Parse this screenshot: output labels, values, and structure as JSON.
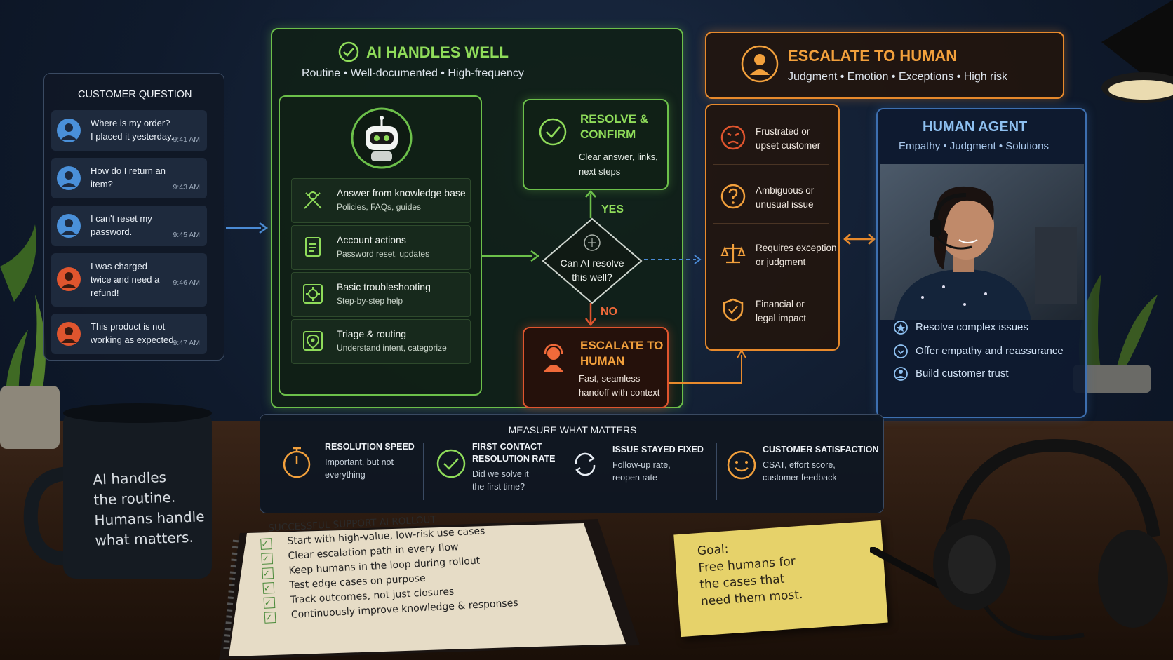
{
  "customer_question": {
    "title": "CUSTOMER QUESTION",
    "items": [
      {
        "text": "Where is my order? I placed it yesterday.",
        "time": "9:41 AM",
        "avatar_color": "#4a90d9"
      },
      {
        "text": "How do I return an item?",
        "time": "9:43 AM",
        "avatar_color": "#4a90d9"
      },
      {
        "text": "I can't reset my password.",
        "time": "9:45 AM",
        "avatar_color": "#4a90d9"
      },
      {
        "text": "I was charged twice and need a refund!",
        "time": "9:46 AM",
        "avatar_color": "#e0552e"
      },
      {
        "text": "This product is not working as expected.",
        "time": "9:47 AM",
        "avatar_color": "#e0552e"
      }
    ]
  },
  "ai_handles": {
    "title": "AI HANDLES WELL",
    "subtitle": "Routine • Well-documented • High-frequency",
    "capabilities": [
      {
        "title": "Answer from knowledge base",
        "sub": "Policies, FAQs, guides",
        "icon": "knowledge-icon"
      },
      {
        "title": "Account actions",
        "sub": "Password reset, updates",
        "icon": "account-icon"
      },
      {
        "title": "Basic troubleshooting",
        "sub": "Step-by-step help",
        "icon": "troubleshoot-icon"
      },
      {
        "title": "Triage & routing",
        "sub": "Understand intent, categorize",
        "icon": "triage-icon"
      }
    ]
  },
  "decision": {
    "question": "Can AI resolve this well?",
    "yes": "YES",
    "no": "NO"
  },
  "resolve": {
    "title": "RESOLVE & CONFIRM",
    "sub": "Clear answer, links, next steps"
  },
  "escalate_small": {
    "title": "ESCALATE TO HUMAN",
    "sub": "Fast, seamless handoff with context"
  },
  "escalate": {
    "title": "ESCALATE TO HUMAN",
    "subtitle": "Judgment • Emotion • Exceptions • High risk",
    "reasons": [
      {
        "text": "Frustrated or upset customer",
        "icon": "angry-face-icon"
      },
      {
        "text": "Ambiguous or unusual issue",
        "icon": "question-icon"
      },
      {
        "text": "Requires exception or judgment",
        "icon": "scales-icon"
      },
      {
        "text": "Financial or legal impact",
        "icon": "shield-icon"
      }
    ]
  },
  "human_agent": {
    "title": "HUMAN AGENT",
    "subtitle": "Empathy • Judgment • Solutions",
    "benefits": [
      {
        "text": "Resolve complex issues",
        "icon": "star-icon"
      },
      {
        "text": "Offer empathy and reassurance",
        "icon": "heart-icon"
      },
      {
        "text": "Build customer trust",
        "icon": "person-icon"
      }
    ]
  },
  "measure": {
    "title": "MEASURE WHAT MATTERS",
    "metrics": [
      {
        "title": "RESOLUTION SPEED",
        "sub": "Important, but not everything",
        "icon": "stopwatch-icon"
      },
      {
        "title": "FIRST CONTACT RESOLUTION RATE",
        "sub": "Did we solve it the first time?",
        "icon": "check-circle-icon"
      },
      {
        "title": "ISSUE STAYED FIXED",
        "sub": "Follow-up rate, reopen rate",
        "icon": "refresh-icon"
      },
      {
        "title": "CUSTOMER SATISFACTION",
        "sub": "CSAT, effort score, customer feedback",
        "icon": "smile-icon"
      }
    ]
  },
  "mug": {
    "lines": [
      "AI handles",
      "the routine.",
      "Humans handle",
      "what matters."
    ]
  },
  "notebook": {
    "title": "SUCCESSFUL SUPPORT AI ROLLOUT",
    "items": [
      "Start with high-value, low-risk use cases",
      "Clear escalation path in every flow",
      "Keep humans in the loop during rollout",
      "Test edge cases on purpose",
      "Track outcomes, not just closures",
      "Continuously improve knowledge & responses"
    ]
  },
  "sticky": {
    "lines": [
      "Goal:",
      "Free humans for",
      "the cases that",
      "need them most."
    ]
  },
  "colors": {
    "green": "#6cc04a",
    "orange": "#e88a2c",
    "blue": "#3d6fb0",
    "red": "#e0552e"
  }
}
